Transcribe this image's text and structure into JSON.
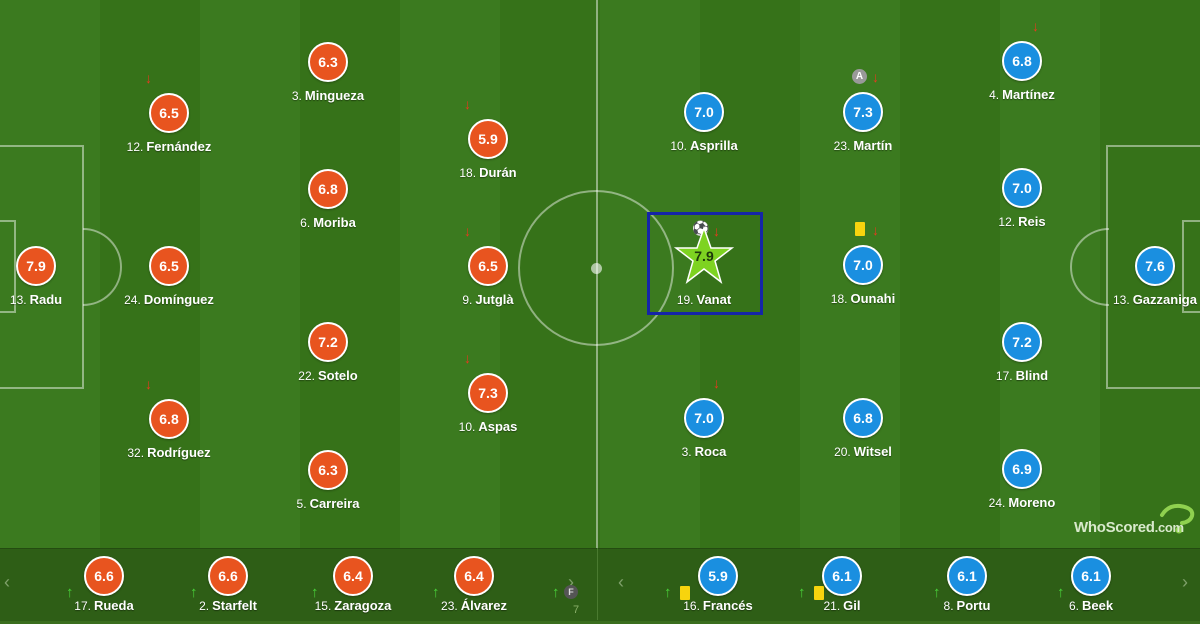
{
  "home_color": "#e8541f",
  "away_color": "#1a8fe0",
  "motm_color": "#7ed321",
  "highlight_color": "#1525a8",
  "logo": {
    "text": "WhoScored",
    "suffix": ".com"
  },
  "home_players": [
    {
      "num": "13.",
      "name": "Radu",
      "rating": "7.9"
    },
    {
      "num": "12.",
      "name": "Fernández",
      "rating": "6.5"
    },
    {
      "num": "24.",
      "name": "Domínguez",
      "rating": "6.5"
    },
    {
      "num": "32.",
      "name": "Rodríguez",
      "rating": "6.8"
    },
    {
      "num": "3.",
      "name": "Mingueza",
      "rating": "6.3"
    },
    {
      "num": "6.",
      "name": "Moriba",
      "rating": "6.8"
    },
    {
      "num": "22.",
      "name": "Sotelo",
      "rating": "7.2"
    },
    {
      "num": "5.",
      "name": "Carreira",
      "rating": "6.3"
    },
    {
      "num": "18.",
      "name": "Durán",
      "rating": "5.9"
    },
    {
      "num": "9.",
      "name": "Jutglà",
      "rating": "6.5"
    },
    {
      "num": "10.",
      "name": "Aspas",
      "rating": "7.3"
    }
  ],
  "away_players": [
    {
      "num": "10.",
      "name": "Asprilla",
      "rating": "7.0"
    },
    {
      "num": "19.",
      "name": "Vanat",
      "rating": "7.9"
    },
    {
      "num": "3.",
      "name": "Roca",
      "rating": "7.0"
    },
    {
      "num": "23.",
      "name": "Martín",
      "rating": "7.3",
      "badge": "A"
    },
    {
      "num": "18.",
      "name": "Ounahi",
      "rating": "7.0"
    },
    {
      "num": "20.",
      "name": "Witsel",
      "rating": "6.8"
    },
    {
      "num": "4.",
      "name": "Martínez",
      "rating": "6.8"
    },
    {
      "num": "12.",
      "name": "Reis",
      "rating": "7.0"
    },
    {
      "num": "17.",
      "name": "Blind",
      "rating": "7.2"
    },
    {
      "num": "24.",
      "name": "Moreno",
      "rating": "6.9"
    },
    {
      "num": "13.",
      "name": "Gazzaniga",
      "rating": "7.6"
    }
  ],
  "home_bench": [
    {
      "num": "17.",
      "name": "Rueda",
      "rating": "6.6"
    },
    {
      "num": "2.",
      "name": "Starfelt",
      "rating": "6.6"
    },
    {
      "num": "15.",
      "name": "Zaragoza",
      "rating": "6.4"
    },
    {
      "num": "23.",
      "name": "Álvarez",
      "rating": "6.4"
    }
  ],
  "home_bench_more": "7",
  "away_bench": [
    {
      "num": "16.",
      "name": "Francés",
      "rating": "5.9"
    },
    {
      "num": "21.",
      "name": "Gil",
      "rating": "6.1"
    },
    {
      "num": "8.",
      "name": "Portu",
      "rating": "6.1"
    },
    {
      "num": "6.",
      "name": "Beek",
      "rating": "6.1"
    }
  ]
}
